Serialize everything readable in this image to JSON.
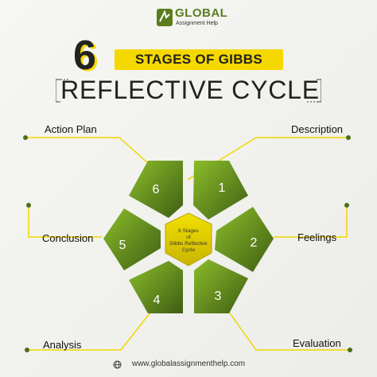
{
  "brand": {
    "name": "GLOBAL",
    "subtitle": "Assignment Help",
    "color": "#5b7c1f"
  },
  "title": {
    "number": "6",
    "line1": "STAGES OF GIBBS",
    "line2": "REFLECTIVE CYCLE",
    "band_color": "#f5d800"
  },
  "center": {
    "line1": "6 Stages",
    "line2": "of",
    "line3": "Gibbs Reflective",
    "line4": "Cycle",
    "color": "#e6d200"
  },
  "stages": [
    {
      "number": "1",
      "label": "Description"
    },
    {
      "number": "2",
      "label": "Feelings"
    },
    {
      "number": "3",
      "label": "Evaluation"
    },
    {
      "number": "4",
      "label": "Analysis"
    },
    {
      "number": "5",
      "label": "Conclusion"
    },
    {
      "number": "6",
      "label": "Action Plan"
    }
  ],
  "colors": {
    "segment_light": "#8bbd2a",
    "segment_dark": "#3f5e14",
    "connector": "#f1d700",
    "dot": "#4d6e18"
  },
  "footer": {
    "url": "www.globalassignmenthelp.com"
  }
}
